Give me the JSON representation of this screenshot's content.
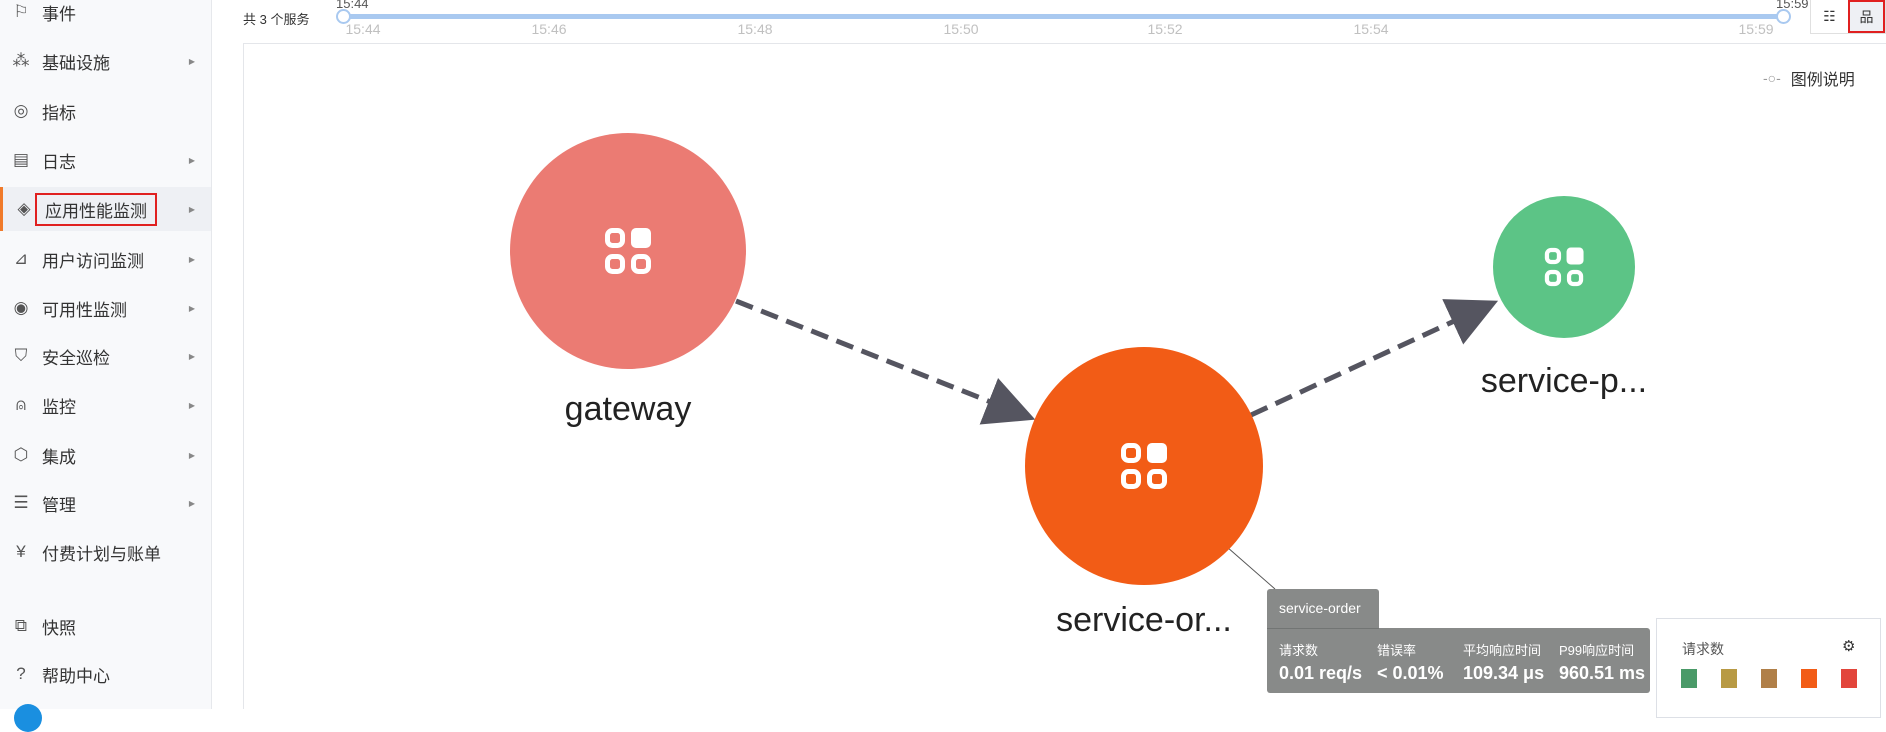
{
  "sidebar": {
    "items": [
      {
        "label": "事件",
        "icon": "flag-icon",
        "glyph": "⚐",
        "arrow": false
      },
      {
        "label": "基础设施",
        "icon": "infrastructure-icon",
        "glyph": "⁂",
        "arrow": true
      },
      {
        "label": "指标",
        "icon": "metrics-icon",
        "glyph": "◎",
        "arrow": false
      },
      {
        "label": "日志",
        "icon": "log-icon",
        "glyph": "▤",
        "arrow": true
      },
      {
        "label": "应用性能监测",
        "icon": "apm-icon",
        "glyph": "◈",
        "arrow": true,
        "active": true
      },
      {
        "label": "用户访问监测",
        "icon": "rum-icon",
        "glyph": "⊿",
        "arrow": true
      },
      {
        "label": "可用性监测",
        "icon": "availability-icon",
        "glyph": "◉",
        "arrow": true
      },
      {
        "label": "安全巡检",
        "icon": "shield-icon",
        "glyph": "⛉",
        "arrow": true
      },
      {
        "label": "监控",
        "icon": "monitor-icon",
        "glyph": "⍝",
        "arrow": true
      },
      {
        "label": "集成",
        "icon": "integration-icon",
        "glyph": "⬡",
        "arrow": true
      },
      {
        "label": "管理",
        "icon": "settings-sliders-icon",
        "glyph": "☰",
        "arrow": true
      },
      {
        "label": "付费计划与账单",
        "icon": "billing-icon",
        "glyph": "¥",
        "arrow": false
      },
      {
        "label": "快照",
        "icon": "snapshot-icon",
        "glyph": "⧉",
        "arrow": false
      },
      {
        "label": "帮助中心",
        "icon": "help-icon",
        "glyph": "?",
        "arrow": false
      }
    ]
  },
  "timeline": {
    "service_count": "共 3 个服务",
    "start": "15:44",
    "end": "15:59",
    "ticks": [
      "15:44",
      "15:46",
      "15:48",
      "15:50",
      "15:52",
      "15:54",
      "15:59"
    ]
  },
  "view_buttons": {
    "list_icon": "list-icon",
    "topology_icon": "topology-icon",
    "selected": "topology"
  },
  "legend_link": "图例说明",
  "nodes": [
    {
      "name": "gateway",
      "label": "gateway",
      "color": "#eb7b73"
    },
    {
      "name": "service-order",
      "label": "service-or...",
      "color": "#f25c16"
    },
    {
      "name": "service-p",
      "label": "service-p...",
      "color": "#5cc486"
    }
  ],
  "legend_panel": {
    "title": "请求数",
    "colors": [
      "#4a9a68",
      "#b89a44",
      "#b07f48",
      "#f25c16",
      "#e2453b"
    ]
  },
  "tooltip": {
    "title": "service-order",
    "metrics": [
      {
        "label": "请求数",
        "value": "0.01 req/s"
      },
      {
        "label": "错误率",
        "value": "< 0.01%"
      },
      {
        "label": "平均响应时间",
        "value": "109.34 μs"
      },
      {
        "label": "P99响应时间",
        "value": "960.51 ms"
      }
    ]
  }
}
